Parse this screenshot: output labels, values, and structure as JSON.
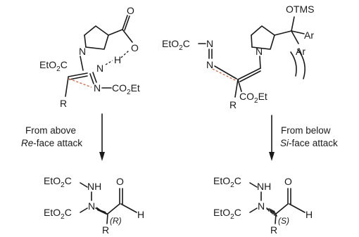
{
  "atoms": {
    "ester": "EtO",
    "carbonyl": "C",
    "sub_two": "2",
    "co2et_co": "CO",
    "co2et_et": "Et",
    "n": "N",
    "h": "H",
    "nh": "NH",
    "o": "O",
    "r": "R",
    "otms": "OTMS",
    "ar": "Ar"
  },
  "labels": {
    "top_left_caption_line1": "From above",
    "top_left_caption_face": "Re",
    "top_left_caption_line2": "-face attack",
    "top_right_caption_line1": "From below",
    "top_right_caption_face": "Si",
    "top_right_caption_line2": "-face attack",
    "stereo_left": "(R)",
    "stereo_right": "(S)"
  }
}
